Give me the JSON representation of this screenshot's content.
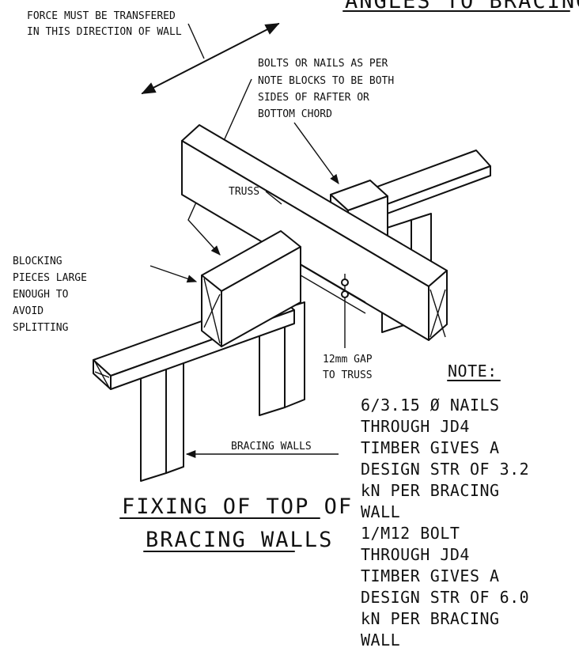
{
  "header": {
    "cut_title": "ANGLES TO BRACING"
  },
  "labels": {
    "force_line1": "FORCE MUST BE TRANSFERED",
    "force_line2": "IN THIS DIRECTION OF WALL",
    "bolts_line1": "BOLTS OR NAILS AS PER",
    "bolts_line2": "NOTE BLOCKS TO BE BOTH",
    "bolts_line3": "SIDES OF RAFTER OR",
    "bolts_line4": "BOTTOM CHORD",
    "truss": "TRUSS",
    "blocking_line1": "BLOCKING",
    "blocking_line2": "PIECES LARGE",
    "blocking_line3": "ENOUGH TO",
    "blocking_line4": "AVOID",
    "blocking_line5": "SPLITTING",
    "gap_line1": "12mm GAP",
    "gap_line2": "TO TRUSS",
    "bracing_walls": "BRACING WALLS"
  },
  "note": {
    "heading": "NOTE:",
    "lines": [
      "6/3.15 Ø NAILS",
      "THROUGH  JD4",
      "TIMBER GIVES A",
      "DESIGN STR OF 3.2",
      "kN PER BRACING",
      "WALL",
      "1/M12 BOLT",
      "THROUGH JD4",
      "TIMBER GIVES A",
      "DESIGN STR OF 6.0",
      "kN PER BRACING",
      "WALL"
    ]
  },
  "title": {
    "line1": "FIXING OF TOP OF",
    "line2": "BRACING WALLS"
  }
}
